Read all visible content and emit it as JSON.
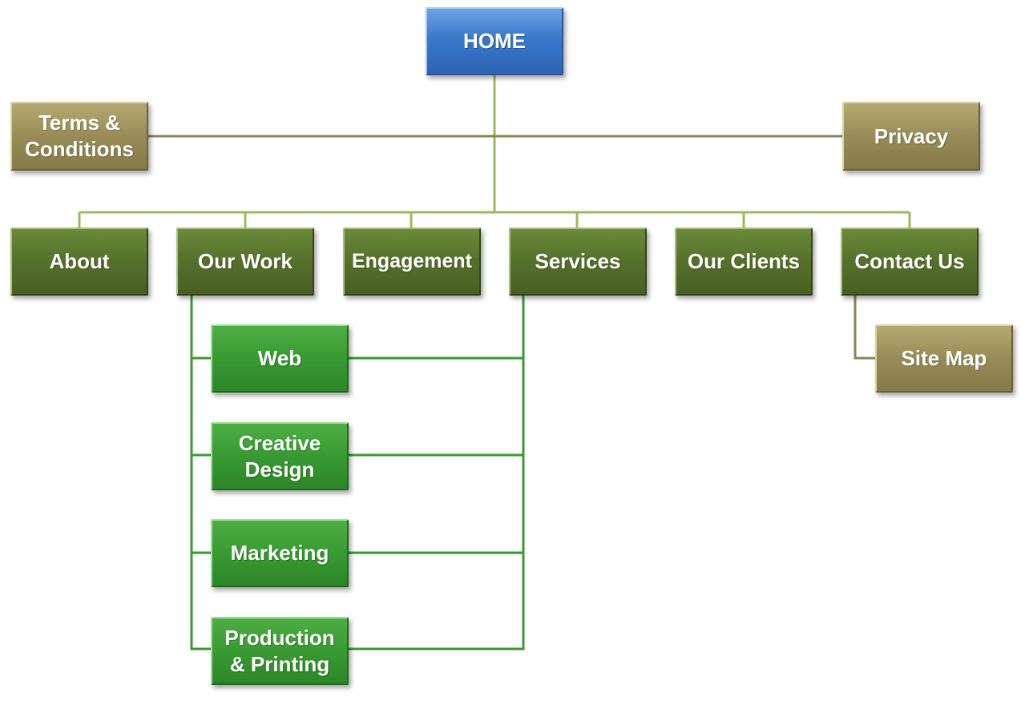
{
  "diagram": {
    "home": {
      "label": "HOME"
    },
    "utility": {
      "terms": "Terms & Conditions",
      "privacy": "Privacy",
      "site_map": "Site Map"
    },
    "main_nav": [
      "About",
      "Our Work",
      "Engagement",
      "Services",
      "Our Clients",
      "Contact Us"
    ],
    "sub_pages": [
      "Web",
      "Creative Design",
      "Marketing",
      "Production & Printing"
    ]
  },
  "colors": {
    "home": "#3a78cc",
    "utility": "#978c57",
    "main_nav": "#55702b",
    "sub_pages": "#389a32",
    "connector_main": "#9bbb59",
    "connector_utility": "#8c8357",
    "connector_sub": "#389a32"
  }
}
